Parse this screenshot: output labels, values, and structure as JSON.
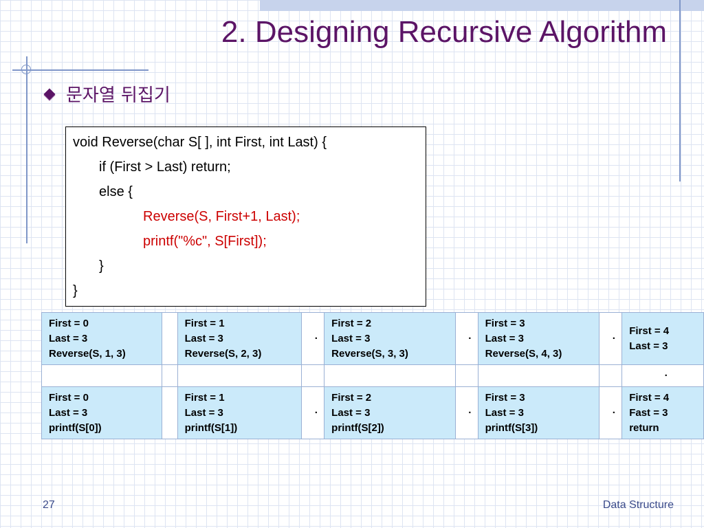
{
  "slide": {
    "title": "2. Designing Recursive Algorithm",
    "bullet": "문자열 뒤집기",
    "page_number": "27",
    "footer": "Data Structure"
  },
  "code": {
    "lines": [
      "void Reverse(char S[ ], int First, int Last) {",
      "if (First > Last) return;",
      "else {",
      "Reverse(S, First+1, Last);",
      "printf(\"%c\", S[First]);",
      "}",
      "}"
    ],
    "highlight_color": "#cc0000"
  },
  "trace": {
    "calls": [
      [
        "First = 0",
        "Last = 3",
        "Reverse(S, 1, 3)"
      ],
      [
        "First = 1",
        "Last = 3",
        "Reverse(S, 2, 3)"
      ],
      [
        "First = 2",
        "Last = 3",
        "Reverse(S, 3, 3)"
      ],
      [
        "First = 3",
        "Last = 3",
        "Reverse(S, 4, 3)"
      ],
      [
        "First = 4",
        "Last = 3"
      ]
    ],
    "returns": [
      [
        "First = 0",
        "Last = 3",
        "printf(S[0])"
      ],
      [
        "First = 1",
        "Last = 3",
        "printf(S[1])"
      ],
      [
        "First = 2",
        "Last = 3",
        "printf(S[2])"
      ],
      [
        "First = 3",
        "Last = 3",
        "printf(S[3])"
      ],
      [
        "First = 4",
        "Fast = 3",
        "return"
      ]
    ],
    "separator": "·",
    "cell_color": "#cbeafa"
  }
}
